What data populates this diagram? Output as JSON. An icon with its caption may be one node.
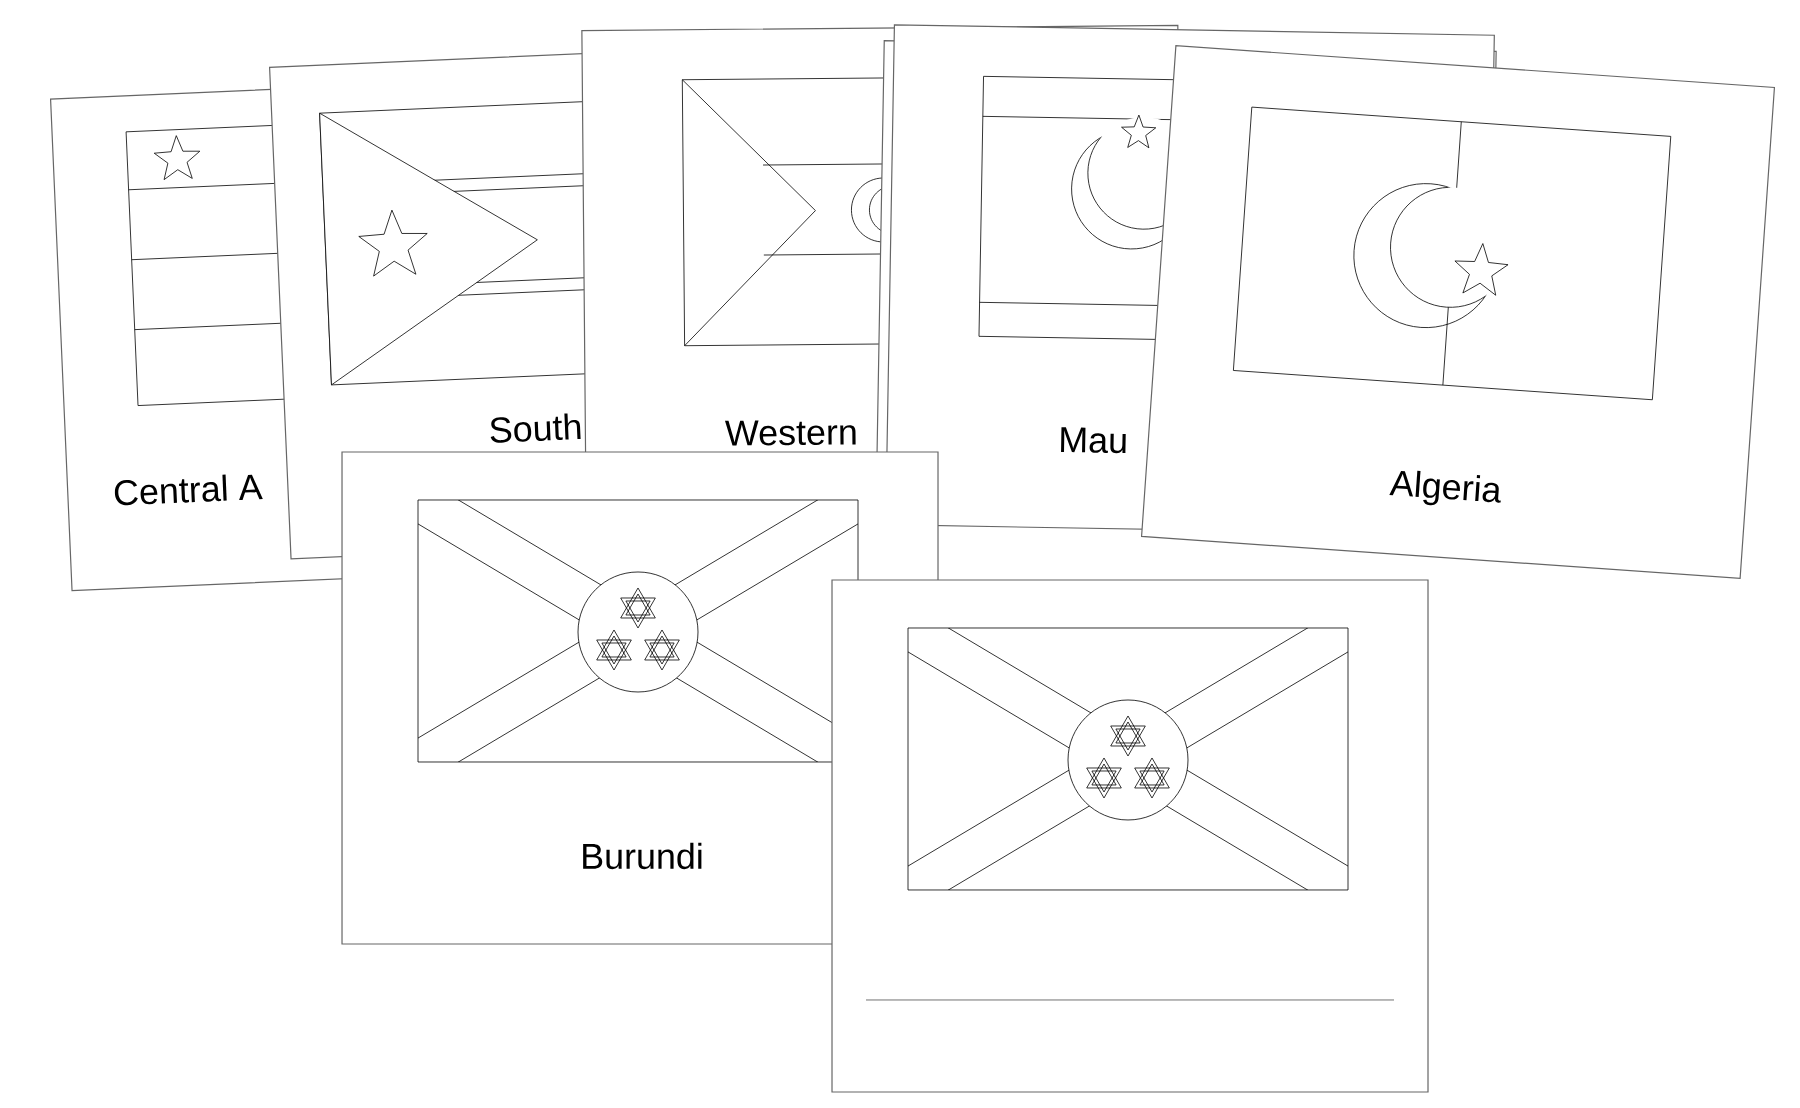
{
  "diagram": {
    "nodes": [
      {
        "text": [
          "Central A"
        ]
      },
      {
        "text": [
          "South"
        ]
      },
      {
        "text": [
          "Western"
        ]
      },
      {
        "text": [
          "Mau"
        ]
      },
      {
        "text": [
          "Algeria"
        ]
      },
      {
        "text": [
          "Burundi"
        ]
      }
    ]
  }
}
